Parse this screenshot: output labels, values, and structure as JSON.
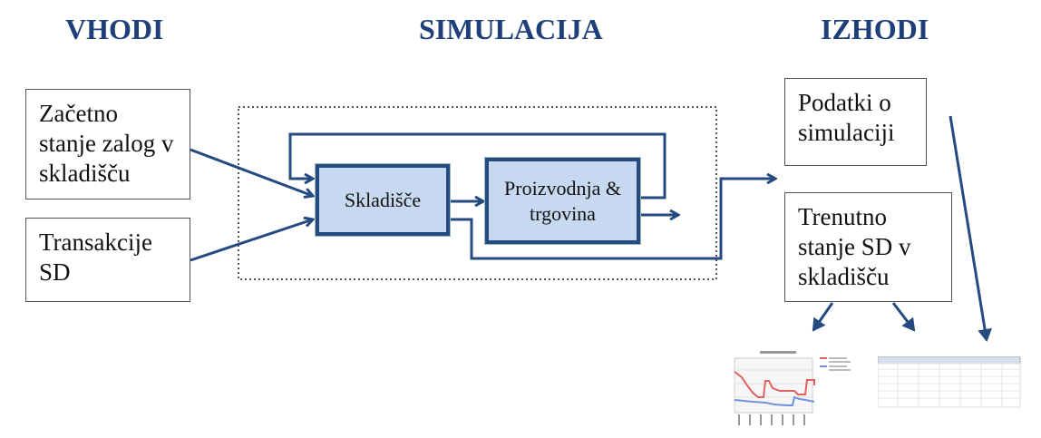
{
  "titles": {
    "inputs": "VHODI",
    "simulation": "SIMULACIJA",
    "outputs": "IZHODI"
  },
  "inputs": [
    {
      "label": "Začetno stanje zalog v skladišču"
    },
    {
      "label": "Transakcije SD"
    }
  ],
  "simulation": {
    "warehouse": "Skladišče",
    "production": "Proizvodnja & trgovina"
  },
  "outputs": [
    {
      "label": "Podatki o simulaciji"
    },
    {
      "label": "Trenutno stanje SD v skladišču"
    }
  ],
  "colors": {
    "title": "#1f3f7a",
    "arrow": "#254a80",
    "block_fill": "#c7d9f0"
  }
}
